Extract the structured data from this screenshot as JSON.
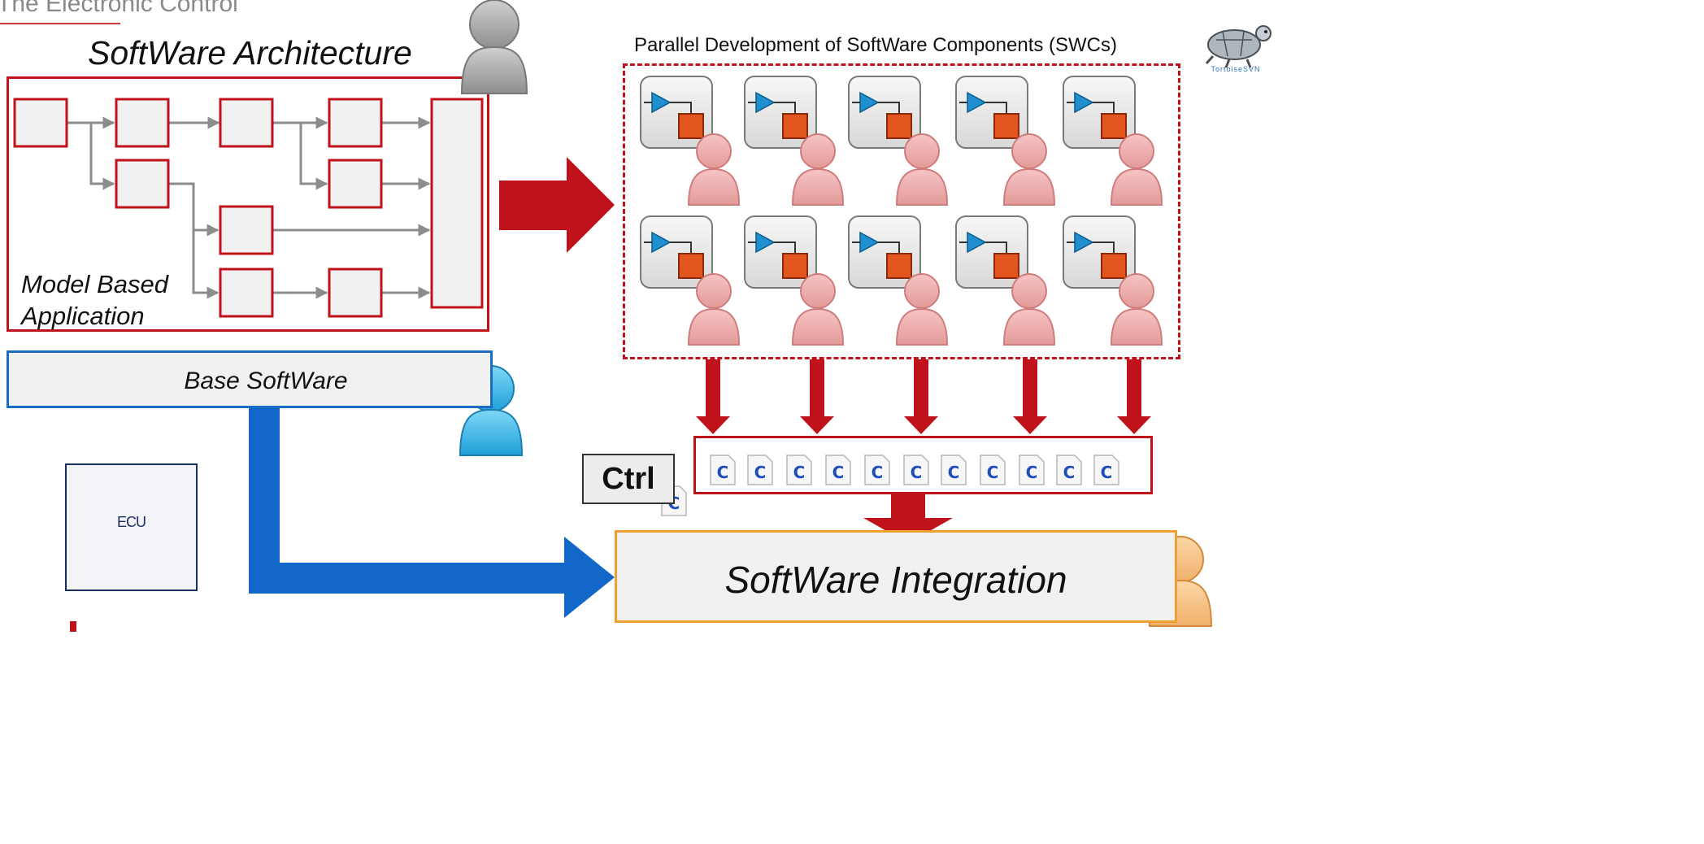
{
  "slide": {
    "title": "The Electronic Control"
  },
  "architecture": {
    "title": "SoftWare Architecture",
    "model_label": "Model Based Application"
  },
  "base_software": {
    "label": "Base SoftWare"
  },
  "parallel": {
    "title": "Parallel Development of SoftWare Components (SWCs)",
    "tool_label": "TortoiseSVN"
  },
  "c_files": {
    "glyph": "C",
    "count": 11
  },
  "ctrl": {
    "label": "Ctrl"
  },
  "integration": {
    "label": "SoftWare Integration"
  },
  "ecu": {
    "label": "ECU"
  },
  "colors": {
    "red": "#c0121b",
    "blue": "#1a6cc4",
    "orange": "#f0a030",
    "navy": "#1c2e5e"
  }
}
